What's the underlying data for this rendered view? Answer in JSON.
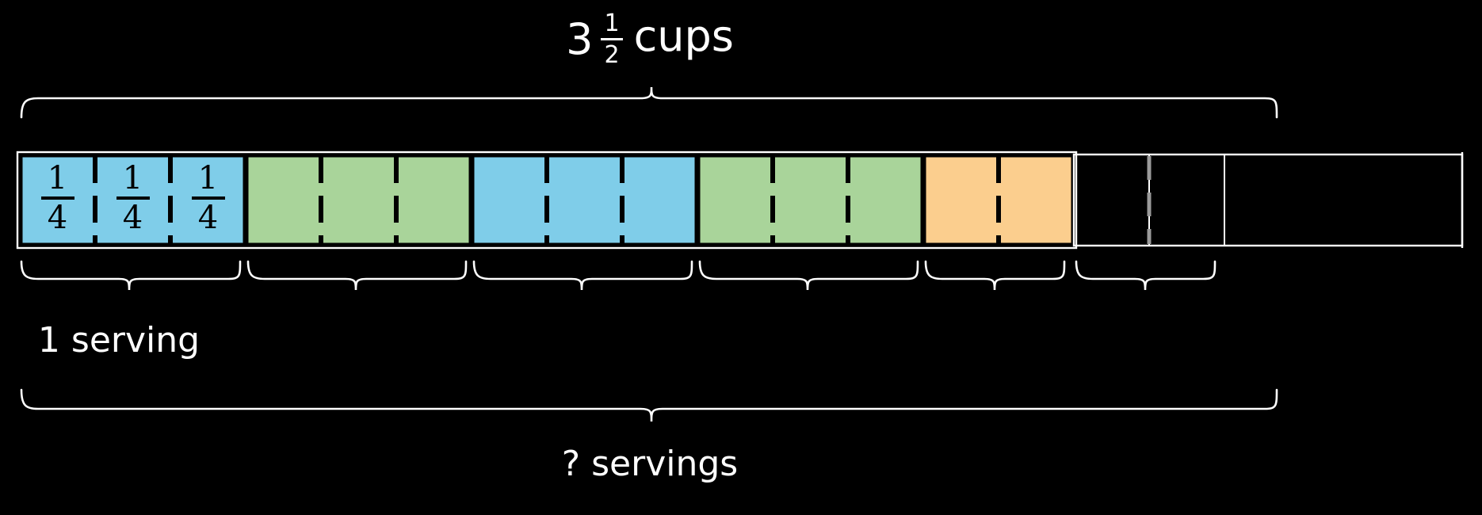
{
  "diagram": {
    "type": "tape-diagram-fraction-division",
    "background_color": "#000000",
    "top_label": {
      "whole": "3",
      "numerator": "1",
      "denominator": "2",
      "unit": "cups",
      "full_text": "3 1/2 cups"
    },
    "bottom_group_label": "1 serving",
    "bottom_total_label": "? servings",
    "cell_fraction": {
      "numerator": "1",
      "denominator": "4"
    },
    "colors": {
      "blue": "#7FCDE9",
      "green": "#A9D49A",
      "orange": "#FBCE8E",
      "empty": "#000000",
      "stroke": "#000000",
      "brace": "#FFFFFF",
      "text": "#FFFFFF"
    },
    "cells": [
      {
        "index": 1,
        "color": "#7FCDE9",
        "label": "1/4",
        "filled": true
      },
      {
        "index": 2,
        "color": "#7FCDE9",
        "label": "1/4",
        "filled": true
      },
      {
        "index": 3,
        "color": "#7FCDE9",
        "label": "1/4",
        "filled": true
      },
      {
        "index": 4,
        "color": "#A9D49A",
        "label": "",
        "filled": true
      },
      {
        "index": 5,
        "color": "#A9D49A",
        "label": "",
        "filled": true
      },
      {
        "index": 6,
        "color": "#A9D49A",
        "label": "",
        "filled": true
      },
      {
        "index": 7,
        "color": "#7FCDE9",
        "label": "",
        "filled": true
      },
      {
        "index": 8,
        "color": "#7FCDE9",
        "label": "",
        "filled": true
      },
      {
        "index": 9,
        "color": "#7FCDE9",
        "label": "",
        "filled": true
      },
      {
        "index": 10,
        "color": "#A9D49A",
        "label": "",
        "filled": true
      },
      {
        "index": 11,
        "color": "#A9D49A",
        "label": "",
        "filled": true
      },
      {
        "index": 12,
        "color": "#A9D49A",
        "label": "",
        "filled": true
      },
      {
        "index": 13,
        "color": "#FBCE8E",
        "label": "",
        "filled": true
      },
      {
        "index": 14,
        "color": "#FBCE8E",
        "label": "",
        "filled": true
      },
      {
        "index": 15,
        "color": "#000000",
        "label": "",
        "filled": false
      },
      {
        "index": 16,
        "color": "#000000",
        "label": "",
        "filled": false
      }
    ],
    "groups": [
      {
        "index": 1,
        "cells": [
          1,
          2,
          3
        ],
        "label": "1 serving"
      },
      {
        "index": 2,
        "cells": [
          4,
          5,
          6
        ],
        "label": ""
      },
      {
        "index": 3,
        "cells": [
          7,
          8,
          9
        ],
        "label": ""
      },
      {
        "index": 4,
        "cells": [
          10,
          11,
          12
        ],
        "label": ""
      },
      {
        "index": 5,
        "cells": [
          13,
          14
        ],
        "label": ""
      }
    ],
    "chart_data": {
      "type": "bar",
      "title": "3 1/2 cups divided into servings of 3/4 cup",
      "unit_value": 0.25,
      "unit_label": "1/4",
      "total_filled_units": 14,
      "total_units_shown": 16,
      "total_value_cups": 3.5,
      "serving_size_units": 3,
      "serving_size_cups": 0.75,
      "answer_servings": "?",
      "categories": [
        "1",
        "2",
        "3",
        "4",
        "5",
        "6",
        "7",
        "8",
        "9",
        "10",
        "11",
        "12",
        "13",
        "14",
        "15",
        "16"
      ],
      "values": [
        0.25,
        0.25,
        0.25,
        0.25,
        0.25,
        0.25,
        0.25,
        0.25,
        0.25,
        0.25,
        0.25,
        0.25,
        0.25,
        0.25,
        0,
        0
      ],
      "xlabel": "",
      "ylabel": "cups",
      "grid": false,
      "legend": "none"
    }
  }
}
